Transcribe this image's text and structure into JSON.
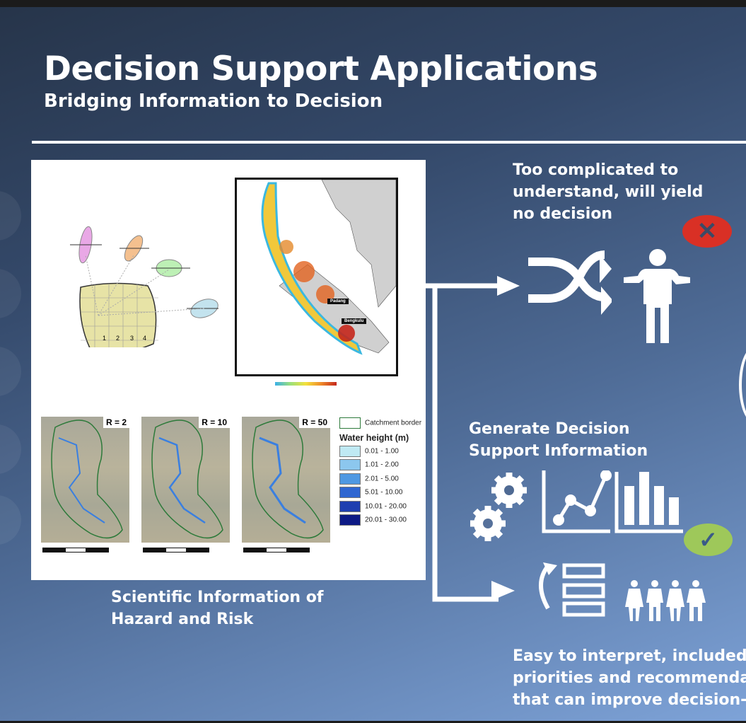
{
  "slide": {
    "title": "Decision Support Applications",
    "subtitle": "Bridging Information to Decision"
  },
  "figure": {
    "map": {
      "city_1": "Padang",
      "city_2": "Bengkulu"
    },
    "grid_numbers": [
      "1",
      "2",
      "3",
      "4"
    ],
    "flood_maps": [
      {
        "label": "R = 2"
      },
      {
        "label": "R = 10"
      },
      {
        "label": "R = 50"
      }
    ],
    "legend": {
      "border_label": "Catchment border",
      "title": "Water height (m)",
      "items": [
        {
          "label": "0.01 - 1.00",
          "color": "#bfe9f3"
        },
        {
          "label": "1.01 - 2.00",
          "color": "#8cc7ee"
        },
        {
          "label": "2.01 - 5.00",
          "color": "#4f98e2"
        },
        {
          "label": "5.01 - 10.00",
          "color": "#2f66d1"
        },
        {
          "label": "10.01 - 20.00",
          "color": "#1f3fb0"
        },
        {
          "label": "20.01 - 30.00",
          "color": "#0d1a85"
        }
      ]
    },
    "caption": [
      "Scientific Information of",
      "Hazard and Risk"
    ]
  },
  "right": {
    "bad_outcome": [
      "Too complicated to",
      "understand, will yield",
      "no decision"
    ],
    "process": [
      "Generate Decision",
      "Support Information"
    ],
    "good_outcome": [
      "Easy to interpret, included",
      "priorities and recommenda",
      "that can improve decision-"
    ],
    "colors": {
      "bad": "#d93025",
      "good": "#9ec85a"
    }
  }
}
